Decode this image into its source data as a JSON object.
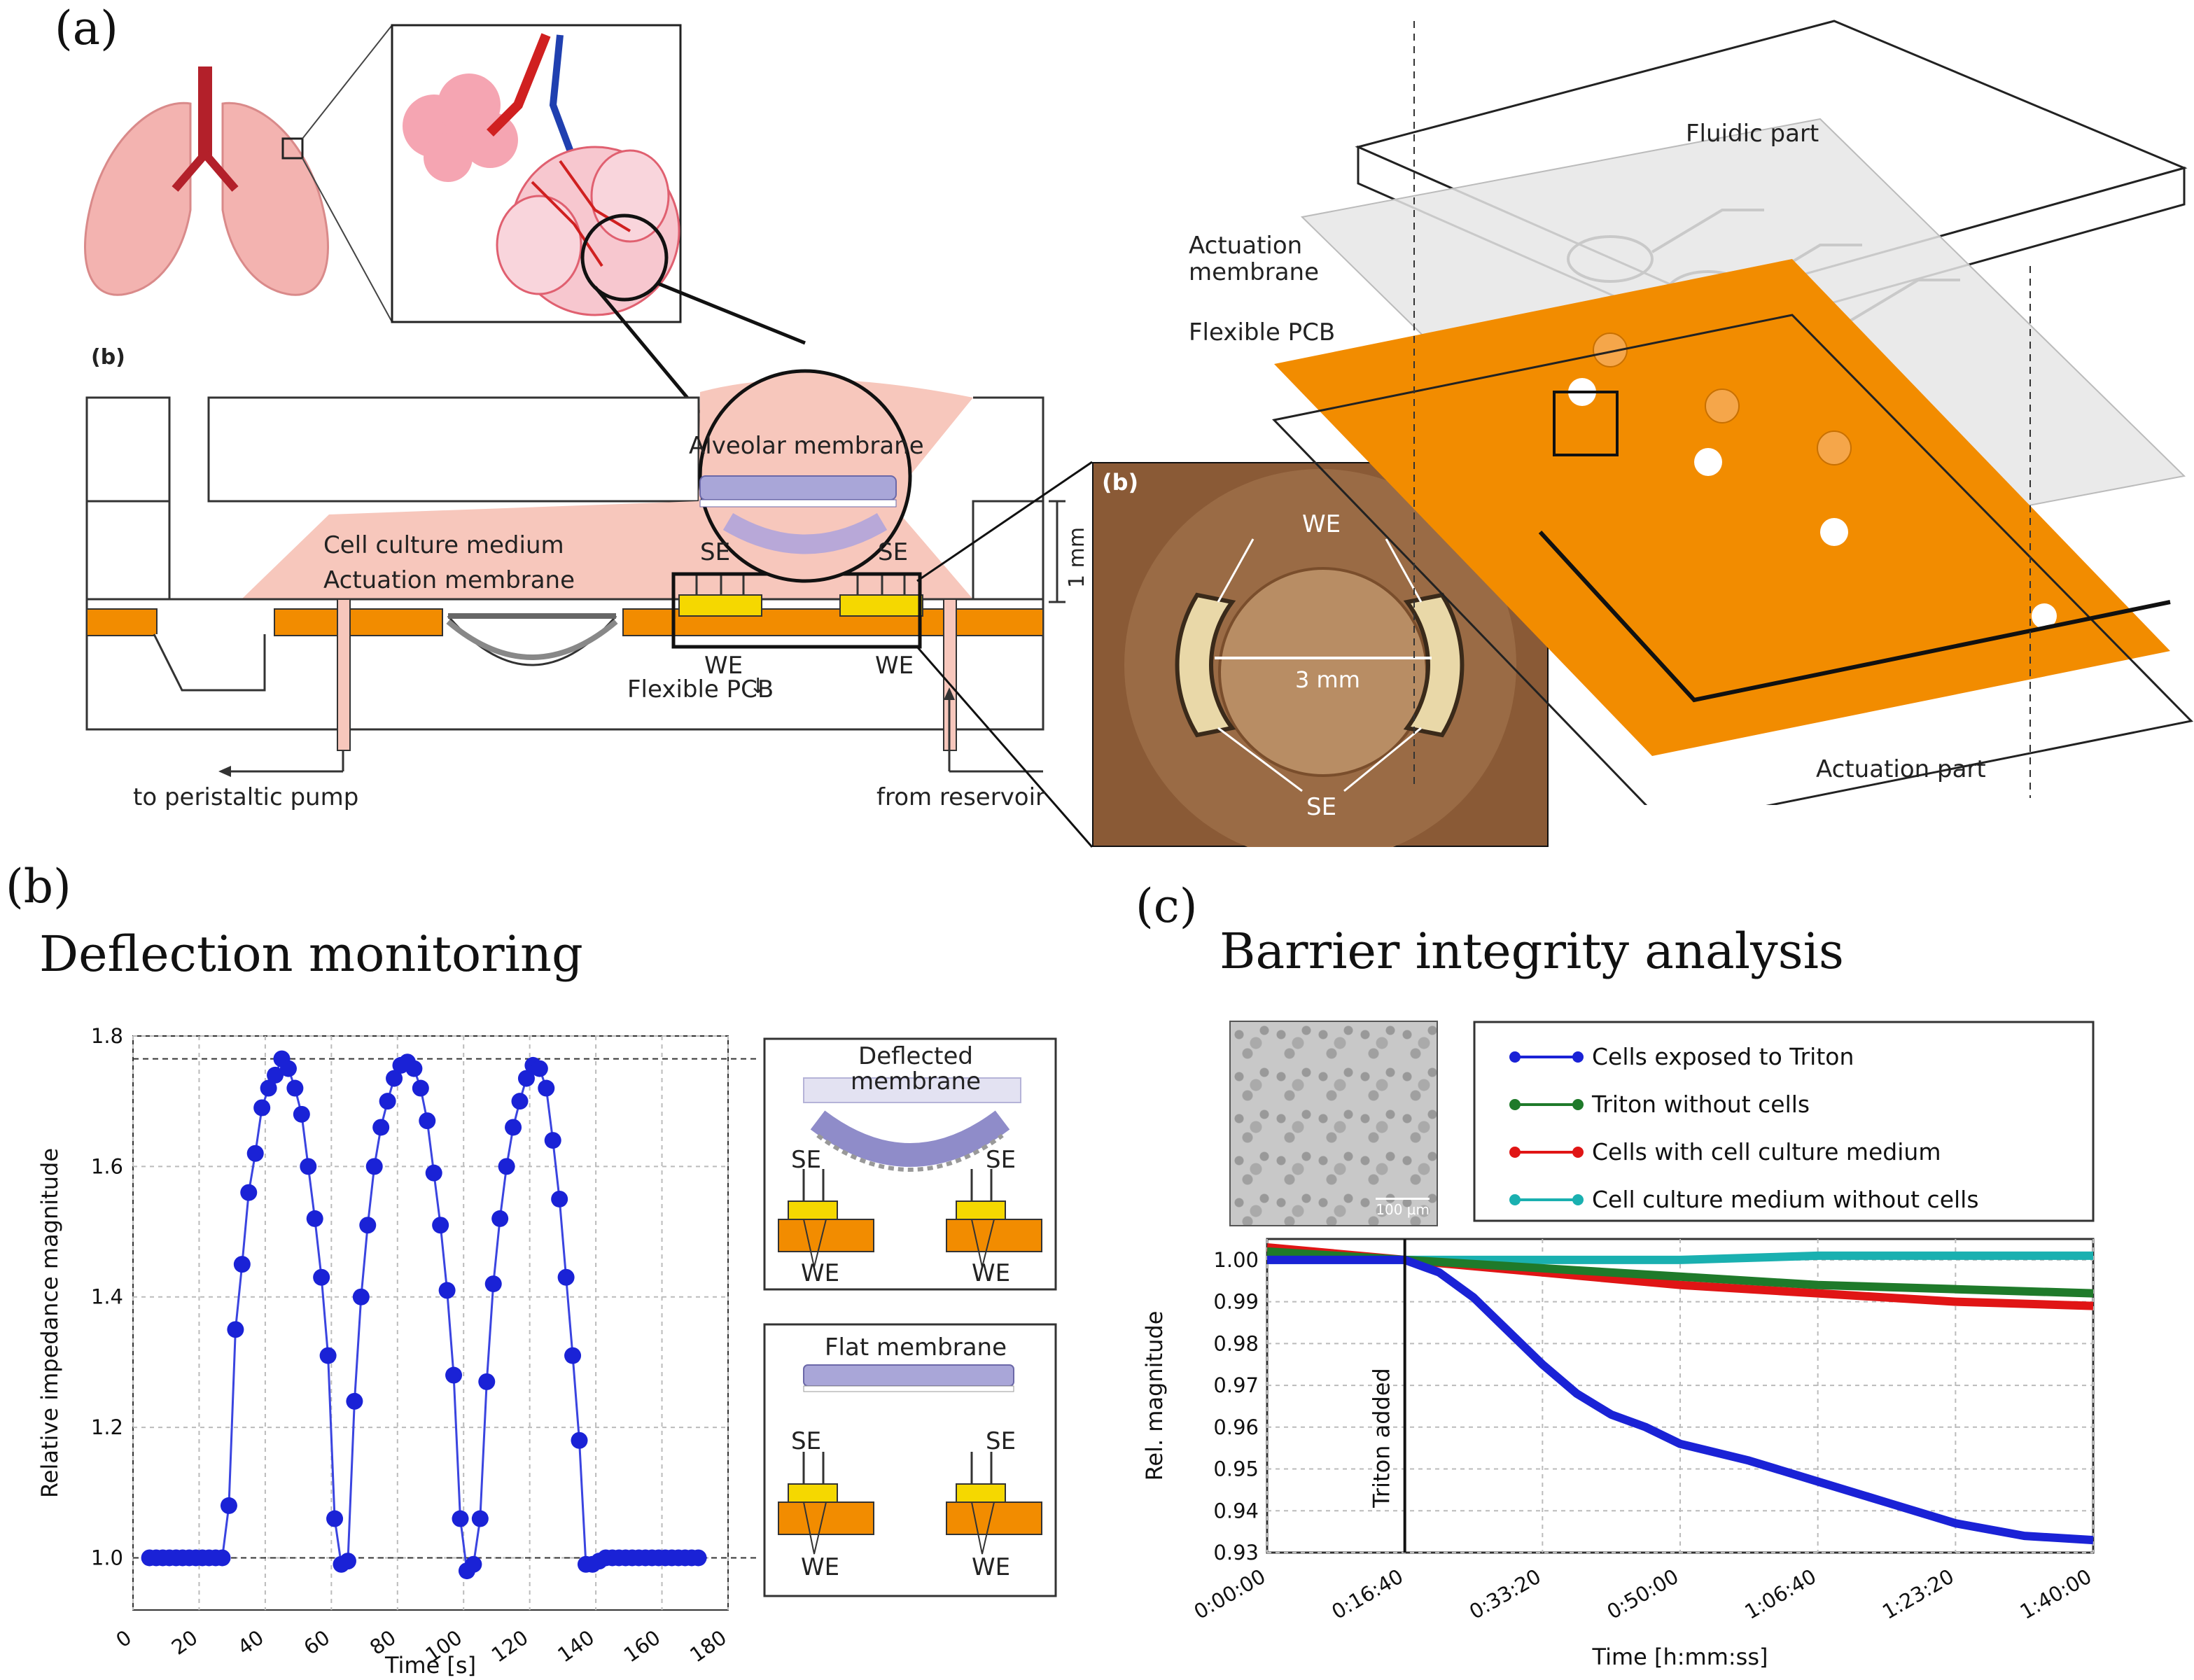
{
  "panel_a": {
    "letter": "(a)",
    "schematic_tag": "(b)",
    "labels": {
      "alveolar_membrane": "Alveolar membrane",
      "cell_culture_medium": "Cell culture medium",
      "actuation_membrane": "Actuation membrane",
      "se_left": "SE",
      "se_right": "SE",
      "we_left": "WE",
      "we_right": "WE",
      "flexible_pcb": "Flexible PCB",
      "scale_1mm": "1 mm",
      "to_pump": "to peristaltic pump",
      "from_reservoir": "from reservoir"
    },
    "photo": {
      "tag": "(b)",
      "we": "WE",
      "se": "SE",
      "scale": "3 mm"
    },
    "exploded": {
      "fluidic_part": "Fluidic part",
      "actuation_membrane_line1": "Actuation",
      "actuation_membrane_line2": "membrane",
      "flexible_pcb": "Flexible PCB",
      "actuation_part": "Actuation part"
    }
  },
  "panel_b": {
    "letter": "(b)",
    "title": "Deflection monitoring",
    "inset_top": {
      "title_line1": "Deflected",
      "title_line2": "membrane",
      "se_left": "SE",
      "se_right": "SE",
      "we_left": "WE",
      "we_right": "WE"
    },
    "inset_bottom": {
      "title": "Flat membrane",
      "se_left": "SE",
      "se_right": "SE",
      "we_left": "WE",
      "we_right": "WE"
    }
  },
  "panel_c": {
    "letter": "(c)",
    "title": "Barrier integrity analysis",
    "micrograph_scale": "100 µm",
    "annotation": "Triton added"
  },
  "colors": {
    "pcb_orange": "#f28c00",
    "electrode_yellow": "#f5d800",
    "tissue_pink": "#f7c7bc",
    "cell_purple": "#a9a6d8",
    "series_blue": "#1a22d6",
    "series_green": "#1f7a2a",
    "series_red": "#e01515",
    "series_cyan": "#1ab0b0"
  },
  "chart_data": [
    {
      "type": "line",
      "xlabel": "Time [s]",
      "ylabel": "Relative impedance magnitude",
      "xlim": [
        0,
        180
      ],
      "ylim": [
        0.92,
        1.8
      ],
      "x_ticks": [
        "0",
        "20",
        "40",
        "60",
        "80",
        "100",
        "120",
        "140",
        "160",
        "180"
      ],
      "y_ticks": [
        "1.0",
        "1.2",
        "1.4",
        "1.6",
        "1.8"
      ],
      "grid": true,
      "reference_lines": [
        1.0,
        1.765
      ],
      "series": [
        {
          "x": [
            5,
            7,
            9,
            11,
            13,
            15,
            17,
            19,
            21,
            23,
            25,
            27,
            29,
            31,
            33,
            35,
            37,
            39,
            41,
            43,
            45,
            47,
            49,
            51,
            53,
            55,
            57,
            59,
            61,
            63,
            65,
            67,
            69,
            71,
            73,
            75,
            77,
            79,
            81,
            83,
            85,
            87,
            89,
            91,
            93,
            95,
            97,
            99,
            101,
            103,
            105,
            107,
            109,
            111,
            113,
            115,
            117,
            119,
            121,
            123,
            125,
            127,
            129,
            131,
            133,
            135,
            137,
            139,
            141,
            143,
            145,
            147,
            149,
            151,
            153,
            155,
            157,
            159,
            161,
            163,
            165,
            167,
            169,
            171
          ],
          "y": [
            1.0,
            1.0,
            1.0,
            1.0,
            1.0,
            1.0,
            1.0,
            1.0,
            1.0,
            1.0,
            1.0,
            1.0,
            1.08,
            1.35,
            1.45,
            1.56,
            1.62,
            1.69,
            1.72,
            1.74,
            1.765,
            1.75,
            1.72,
            1.68,
            1.6,
            1.52,
            1.43,
            1.31,
            1.06,
            0.99,
            0.995,
            1.24,
            1.4,
            1.51,
            1.6,
            1.66,
            1.7,
            1.735,
            1.755,
            1.76,
            1.75,
            1.72,
            1.67,
            1.59,
            1.51,
            1.41,
            1.28,
            1.06,
            0.98,
            0.99,
            1.06,
            1.27,
            1.42,
            1.52,
            1.6,
            1.66,
            1.7,
            1.735,
            1.755,
            1.75,
            1.72,
            1.64,
            1.55,
            1.43,
            1.31,
            1.18,
            0.99,
            0.99,
            0.995,
            1.0,
            1.0,
            1.0,
            1.0,
            1.0,
            1.0,
            1.0,
            1.0,
            1.0,
            1.0,
            1.0,
            1.0,
            1.0,
            1.0,
            1.0
          ]
        }
      ]
    },
    {
      "type": "line",
      "xlabel": "Time [h:mm:ss]",
      "ylabel": "Rel. magnitude",
      "xlim": [
        0,
        6000
      ],
      "ylim": [
        0.93,
        1.005
      ],
      "x_ticks": [
        "0:00:00",
        "0:16:40",
        "0:33:20",
        "0:50:00",
        "1:06:40",
        "1:23:20",
        "1:40:00"
      ],
      "x_tick_values": [
        0,
        1000,
        2000,
        3000,
        4000,
        5000,
        6000
      ],
      "y_ticks": [
        "1.00",
        "0.99",
        "0.98",
        "0.97",
        "0.96",
        "0.95",
        "0.94",
        "0.93"
      ],
      "y_tick_values": [
        1.0,
        0.99,
        0.98,
        0.97,
        0.96,
        0.95,
        0.94,
        0.93
      ],
      "grid": true,
      "legend_position": "top-right, outside above plot",
      "event_line_x": 1000,
      "series": [
        {
          "name": "Cells exposed to Triton",
          "color": "#1a22d6",
          "x": [
            0,
            500,
            1000,
            1250,
            1500,
            1750,
            2000,
            2250,
            2500,
            2750,
            3000,
            3500,
            4000,
            4500,
            5000,
            5500,
            6000
          ],
          "y": [
            1.0,
            1.0,
            1.0,
            0.997,
            0.991,
            0.983,
            0.975,
            0.968,
            0.963,
            0.96,
            0.956,
            0.952,
            0.947,
            0.942,
            0.937,
            0.934,
            0.933
          ]
        },
        {
          "name": "Triton without cells",
          "color": "#1f7a2a",
          "x": [
            0,
            1000,
            2000,
            3000,
            4000,
            5000,
            6000
          ],
          "y": [
            1.002,
            1.0,
            0.998,
            0.996,
            0.994,
            0.993,
            0.992
          ]
        },
        {
          "name": "Cells with cell culture medium",
          "color": "#e01515",
          "x": [
            0,
            1000,
            2000,
            3000,
            4000,
            5000,
            6000
          ],
          "y": [
            1.003,
            1.0,
            0.997,
            0.994,
            0.992,
            0.99,
            0.989
          ]
        },
        {
          "name": "Cell culture medium without cells",
          "color": "#1ab0b0",
          "x": [
            0,
            1000,
            2000,
            3000,
            4000,
            5000,
            6000
          ],
          "y": [
            1.0,
            1.0,
            1.0,
            1.0,
            1.001,
            1.001,
            1.001
          ]
        }
      ]
    }
  ]
}
